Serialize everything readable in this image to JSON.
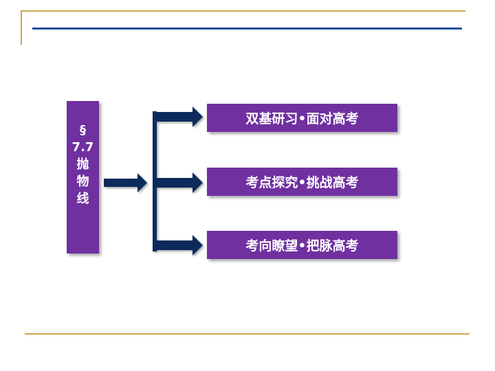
{
  "colors": {
    "gold_line": "#c8a84b",
    "blue_line": "#1f4e9e",
    "box_purple": "#7030a0",
    "arrow_navy": "#0d2a5c"
  },
  "title_box": {
    "lines": [
      "§",
      "7.7",
      "抛",
      "物",
      "线"
    ]
  },
  "topics": [
    {
      "label": "双基研习•面对高考"
    },
    {
      "label": "考点探究•挑战高考"
    },
    {
      "label": "考向瞭望•把脉高考"
    }
  ],
  "icons": {
    "arrow": "arrow-right-icon"
  }
}
